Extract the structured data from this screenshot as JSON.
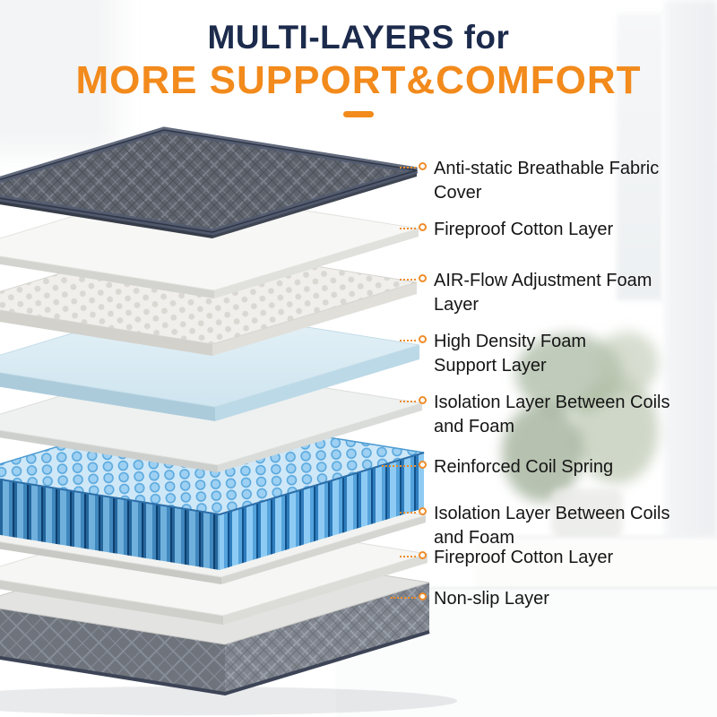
{
  "title": {
    "line1": "MULTI-LAYERS for",
    "line2": "MORE SUPPORT&COMFORT"
  },
  "accent_color": "#f28a1c",
  "heading_color": "#1c2b4c",
  "illustration": "exploded-mattress-layers",
  "callouts": [
    {
      "text": "Anti-static Breathable Fabric Cover"
    },
    {
      "text": "Fireproof Cotton Layer"
    },
    {
      "text": "AIR-Flow Adjustment Foam Layer"
    },
    {
      "text": "High Density Foam Support Layer"
    },
    {
      "text": "Isolation Layer Between Coils and Foam"
    },
    {
      "text": "Reinforced Coil Spring"
    },
    {
      "text": "Isolation Layer Between Coils and Foam"
    },
    {
      "text": "Fireproof Cotton Layer"
    },
    {
      "text": "Non-slip Layer"
    }
  ]
}
